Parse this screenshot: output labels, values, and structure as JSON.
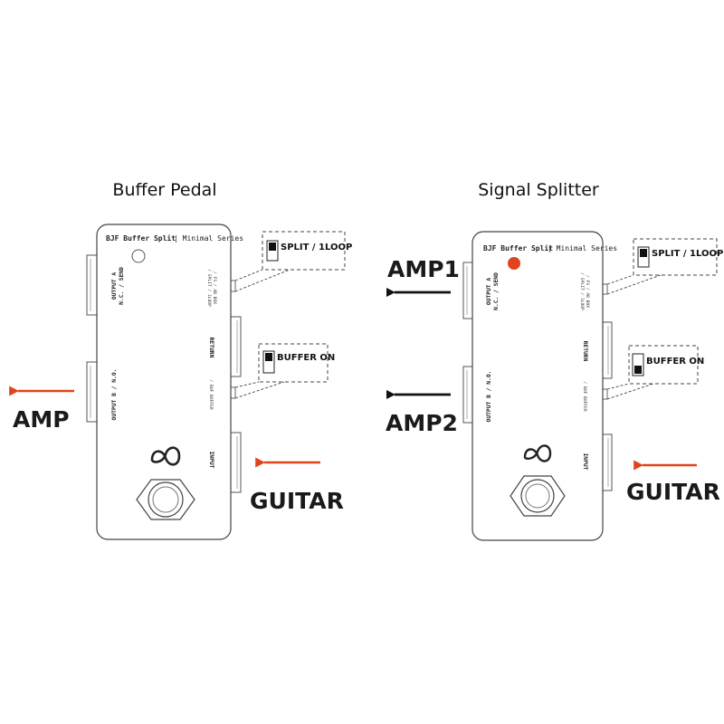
{
  "titles": {
    "left": "Buffer Pedal",
    "right": "Signal Splitter"
  },
  "pedal": {
    "brand": "BJF Buffer Split",
    "series": "| Minimal Series",
    "output_a": [
      "OUTPUT A",
      "N.C. / SEND"
    ],
    "output_b": "OUTPUT B / N.O.",
    "return": "RETURN",
    "input": "INPUT",
    "switch1_caption": [
      "/ SPLIT / 1LOOP",
      "/ FS / AB BOX"
    ],
    "switch2_caption": "/ BUF BUFFER"
  },
  "switch_labels": {
    "split": "SPLIT / 1LOOP",
    "buffer": "BUFFER ON"
  },
  "signals": {
    "amp": "AMP",
    "amp1": "AMP1",
    "amp2": "AMP2",
    "guitar": "GUITAR"
  },
  "colors": {
    "arrow_orange": "#e0441c",
    "arrow_black": "#111111",
    "led_red": "#e0441c",
    "outline": "#4a4a4a"
  }
}
